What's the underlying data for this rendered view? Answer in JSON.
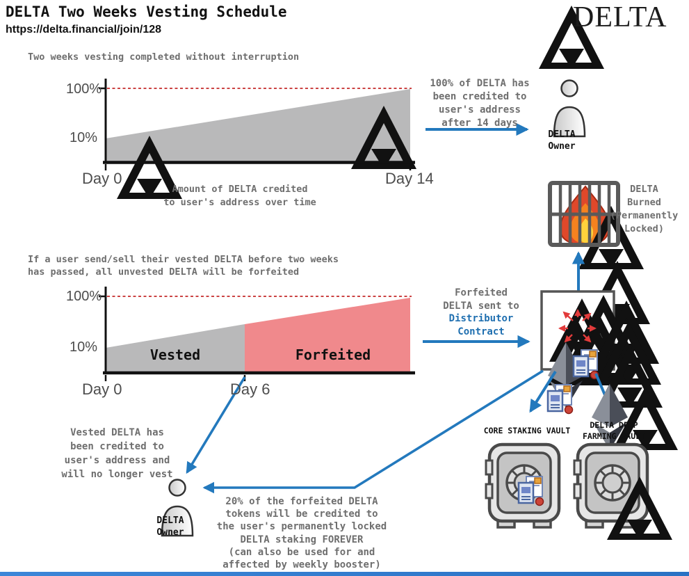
{
  "header": {
    "title": "DELTA Two Weeks Vesting Schedule",
    "url": "https://delta.financial/join/128",
    "brand": "DELTA"
  },
  "colors": {
    "arrow_blue": "#2379bd",
    "link_blue": "#1f6fb0",
    "gray_text": "#6e6e6e",
    "vested_gray": "#b9b9ba",
    "forfeited_pink": "#f0898c",
    "dashed_red": "#cc4444",
    "radiate_red": "#e23b3b"
  },
  "section_complete": {
    "heading": "Two weeks vesting completed without interruption",
    "chart": {
      "y_top": "100%",
      "y_low": "10%",
      "x_start": "Day 0",
      "x_end": "Day 14",
      "caption": "Amount of DELTA credited\nto user's address over time"
    },
    "note": "100% of DELTA has\nbeen credited to\nuser's address\nafter 14 days",
    "owner_label": "DELTA\nOwner"
  },
  "burned": {
    "label": "DELTA\nBurned\n(Permanently\nLocked)"
  },
  "section_forfeit": {
    "heading": "If a user send/sell their vested DELTA before two weeks\nhas passed, all unvested DELTA will be forfeited",
    "chart": {
      "y_top": "100%",
      "y_low": "10%",
      "x_start": "Day 0",
      "x_mid": "Day 6",
      "vested_label": "Vested",
      "forfeited_label": "Forfeited"
    },
    "note_gray": "Forfeited\nDELTA sent to",
    "note_blue": "Distributor\nContract"
  },
  "vaults": {
    "core_label": "CORE STAKING VAULT",
    "deep_label": "DELTA DEEP\nFARMING VAULT"
  },
  "vested_note": "Vested DELTA has\nbeen credited to\nuser's address and\nwill no longer vest",
  "owner2_label": "DELTA\nOwner",
  "forfeit_note": "20% of the forfeited DELTA\ntokens will be credited to\nthe user's permanently locked\nDELTA staking FOREVER\n(can also be used for and\naffected by weekly booster)",
  "charts": [
    {
      "type": "area",
      "title": "Two weeks vesting completed without interruption",
      "x_ticks": [
        "Day 0",
        "Day 14"
      ],
      "y_ticks": [
        "10%",
        "100%"
      ],
      "ylim": [
        0,
        100
      ],
      "series": [
        {
          "name": "DELTA credited to user's address",
          "points": [
            {
              "x": "Day 0",
              "y": 10
            },
            {
              "x": "Day 14",
              "y": 100
            }
          ]
        }
      ],
      "annotations": [
        "100% dashed reference line"
      ]
    },
    {
      "type": "area",
      "title": "If a user send/sell their vested DELTA before two weeks has passed, all unvested DELTA will be forfeited",
      "x_ticks": [
        "Day 0",
        "Day 6"
      ],
      "y_ticks": [
        "10%",
        "100%"
      ],
      "ylim": [
        0,
        100
      ],
      "series": [
        {
          "name": "Vested",
          "points": [
            {
              "x": "Day 0",
              "y": 10
            },
            {
              "x": "Day 6",
              "y": 49
            }
          ]
        },
        {
          "name": "Forfeited",
          "points": [
            {
              "x": "Day 6",
              "y": 49
            },
            {
              "x": "Day 14",
              "y": 100
            }
          ]
        }
      ],
      "annotations": [
        "100% dashed reference line"
      ]
    }
  ]
}
